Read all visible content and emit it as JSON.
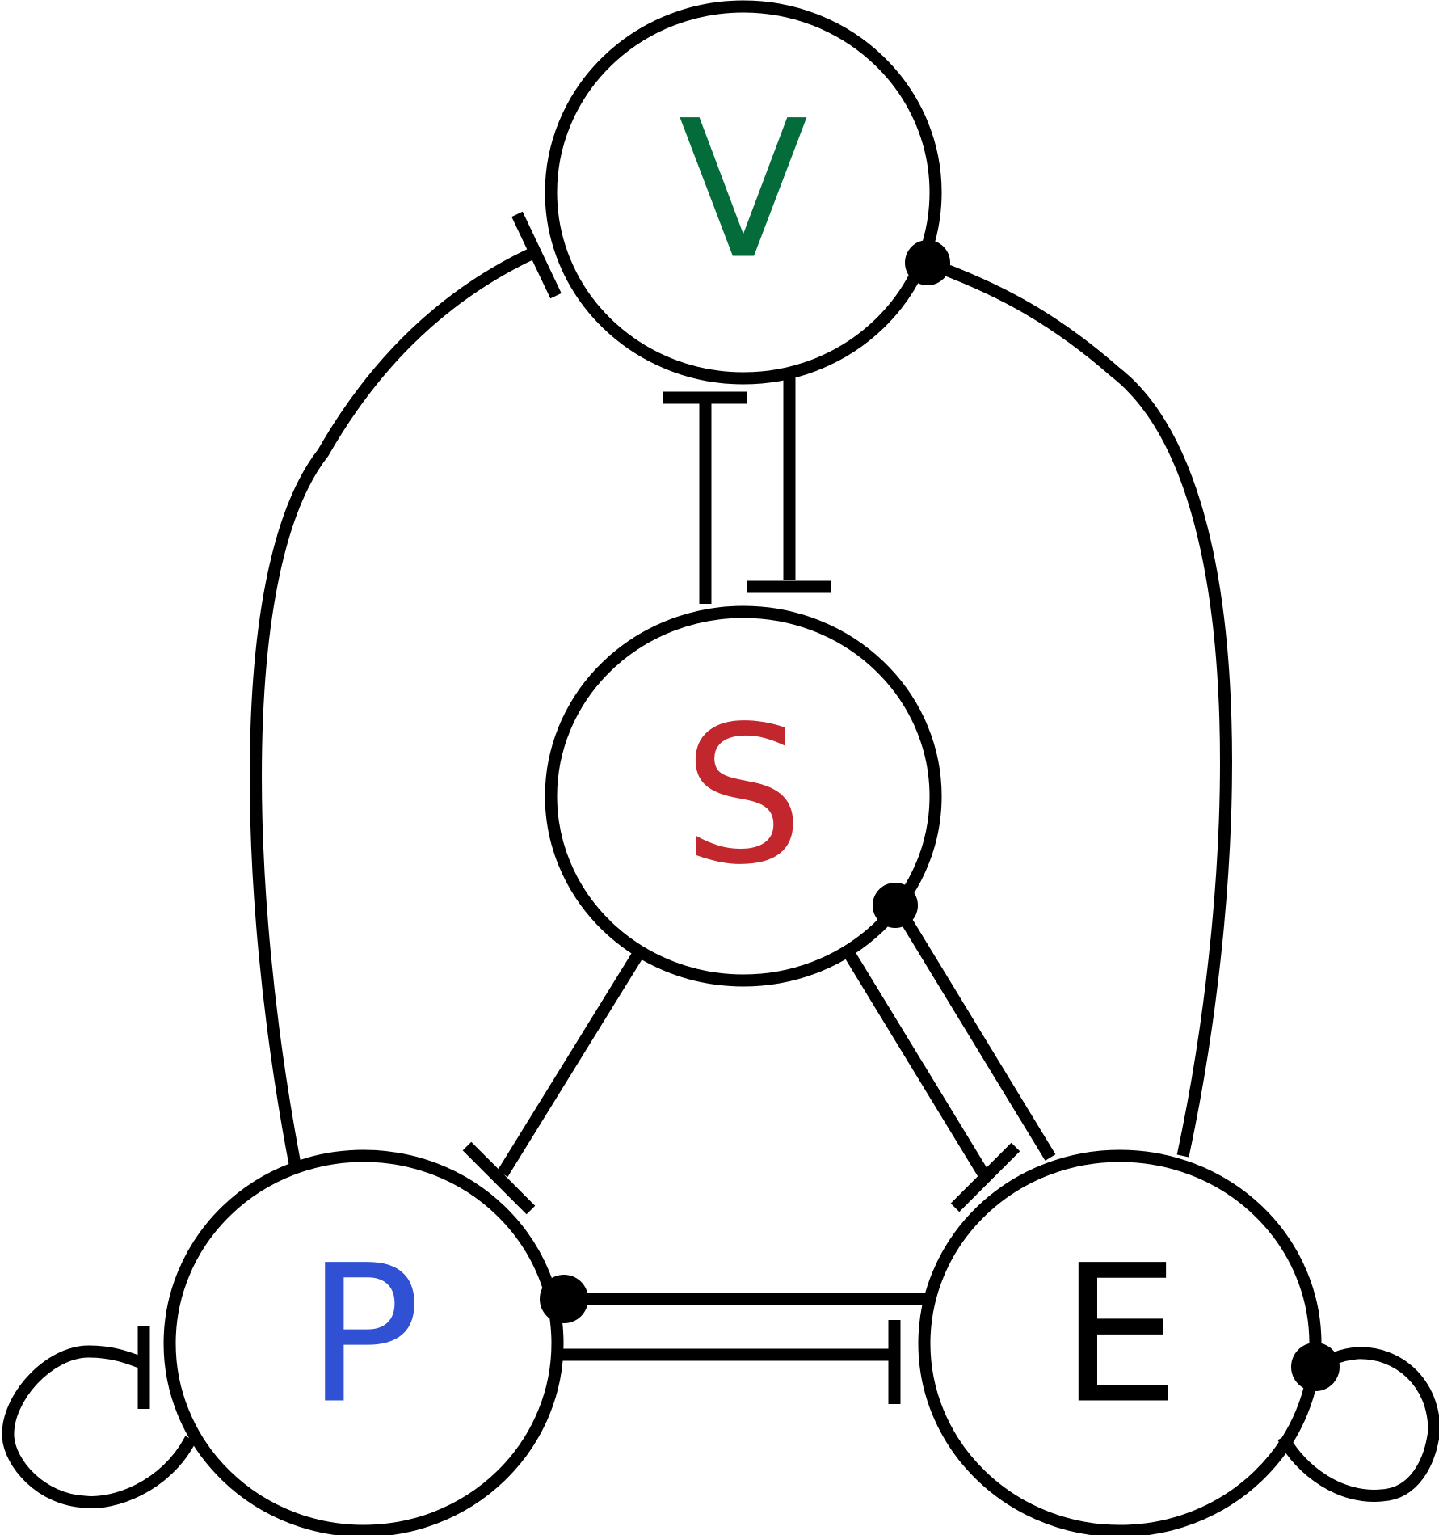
{
  "diagram": {
    "nodes": [
      {
        "id": "V",
        "label": "V",
        "color": "#046c3a"
      },
      {
        "id": "S",
        "label": "S",
        "color": "#c1272d"
      },
      {
        "id": "P",
        "label": "P",
        "color": "#3051d3"
      },
      {
        "id": "E",
        "label": "E",
        "color": "#000000"
      }
    ],
    "edges": [
      {
        "from": "P",
        "to": "V",
        "type": "inhibition"
      },
      {
        "from": "E",
        "to": "V",
        "type": "activation"
      },
      {
        "from": "S",
        "to": "V",
        "type": "inhibition"
      },
      {
        "from": "V",
        "to": "S",
        "type": "inhibition"
      },
      {
        "from": "S",
        "to": "P",
        "type": "inhibition"
      },
      {
        "from": "S",
        "to": "E",
        "type": "inhibition"
      },
      {
        "from": "E",
        "to": "S",
        "type": "activation"
      },
      {
        "from": "E",
        "to": "P",
        "type": "activation"
      },
      {
        "from": "P",
        "to": "E",
        "type": "inhibition"
      },
      {
        "from": "P",
        "to": "P",
        "type": "inhibition"
      },
      {
        "from": "E",
        "to": "E",
        "type": "activation"
      }
    ]
  }
}
